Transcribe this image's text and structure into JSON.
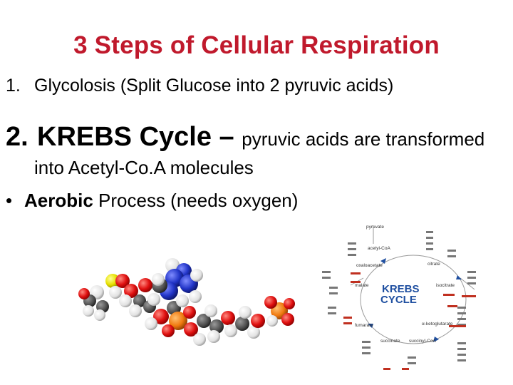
{
  "slide": {
    "title": "3 Steps of Cellular Respiration",
    "step1": {
      "number": "1.",
      "text": "Glycolosis (Split Glucose into 2 pyruvic acids)"
    },
    "step2": {
      "number": "2.",
      "heading": "KREBS Cycle – ",
      "text": "pyruvic acids are transformed",
      "continuation": "into Acetyl-Co.A molecules"
    },
    "bullet": {
      "symbol": "•",
      "bold": "Aerobic",
      "text": " Process (needs oxygen)"
    }
  },
  "diagram": {
    "center_label_1": "KREBS",
    "center_label_2": "CYCLE",
    "center_color": "#1f4fa0",
    "labels": {
      "pyruvate": "pyruvate",
      "acetyl_coa": "acetyl-CoA",
      "oxaloacetate": "oxaloacetate",
      "citrate": "citrate",
      "malate": "malate",
      "isocitrate": "isocitrate",
      "fumarate": "fumarate",
      "ketoglutarate": "α-ketoglutarate",
      "succinate": "succinate",
      "succinyl_coa": "succinyl-CoA"
    }
  }
}
